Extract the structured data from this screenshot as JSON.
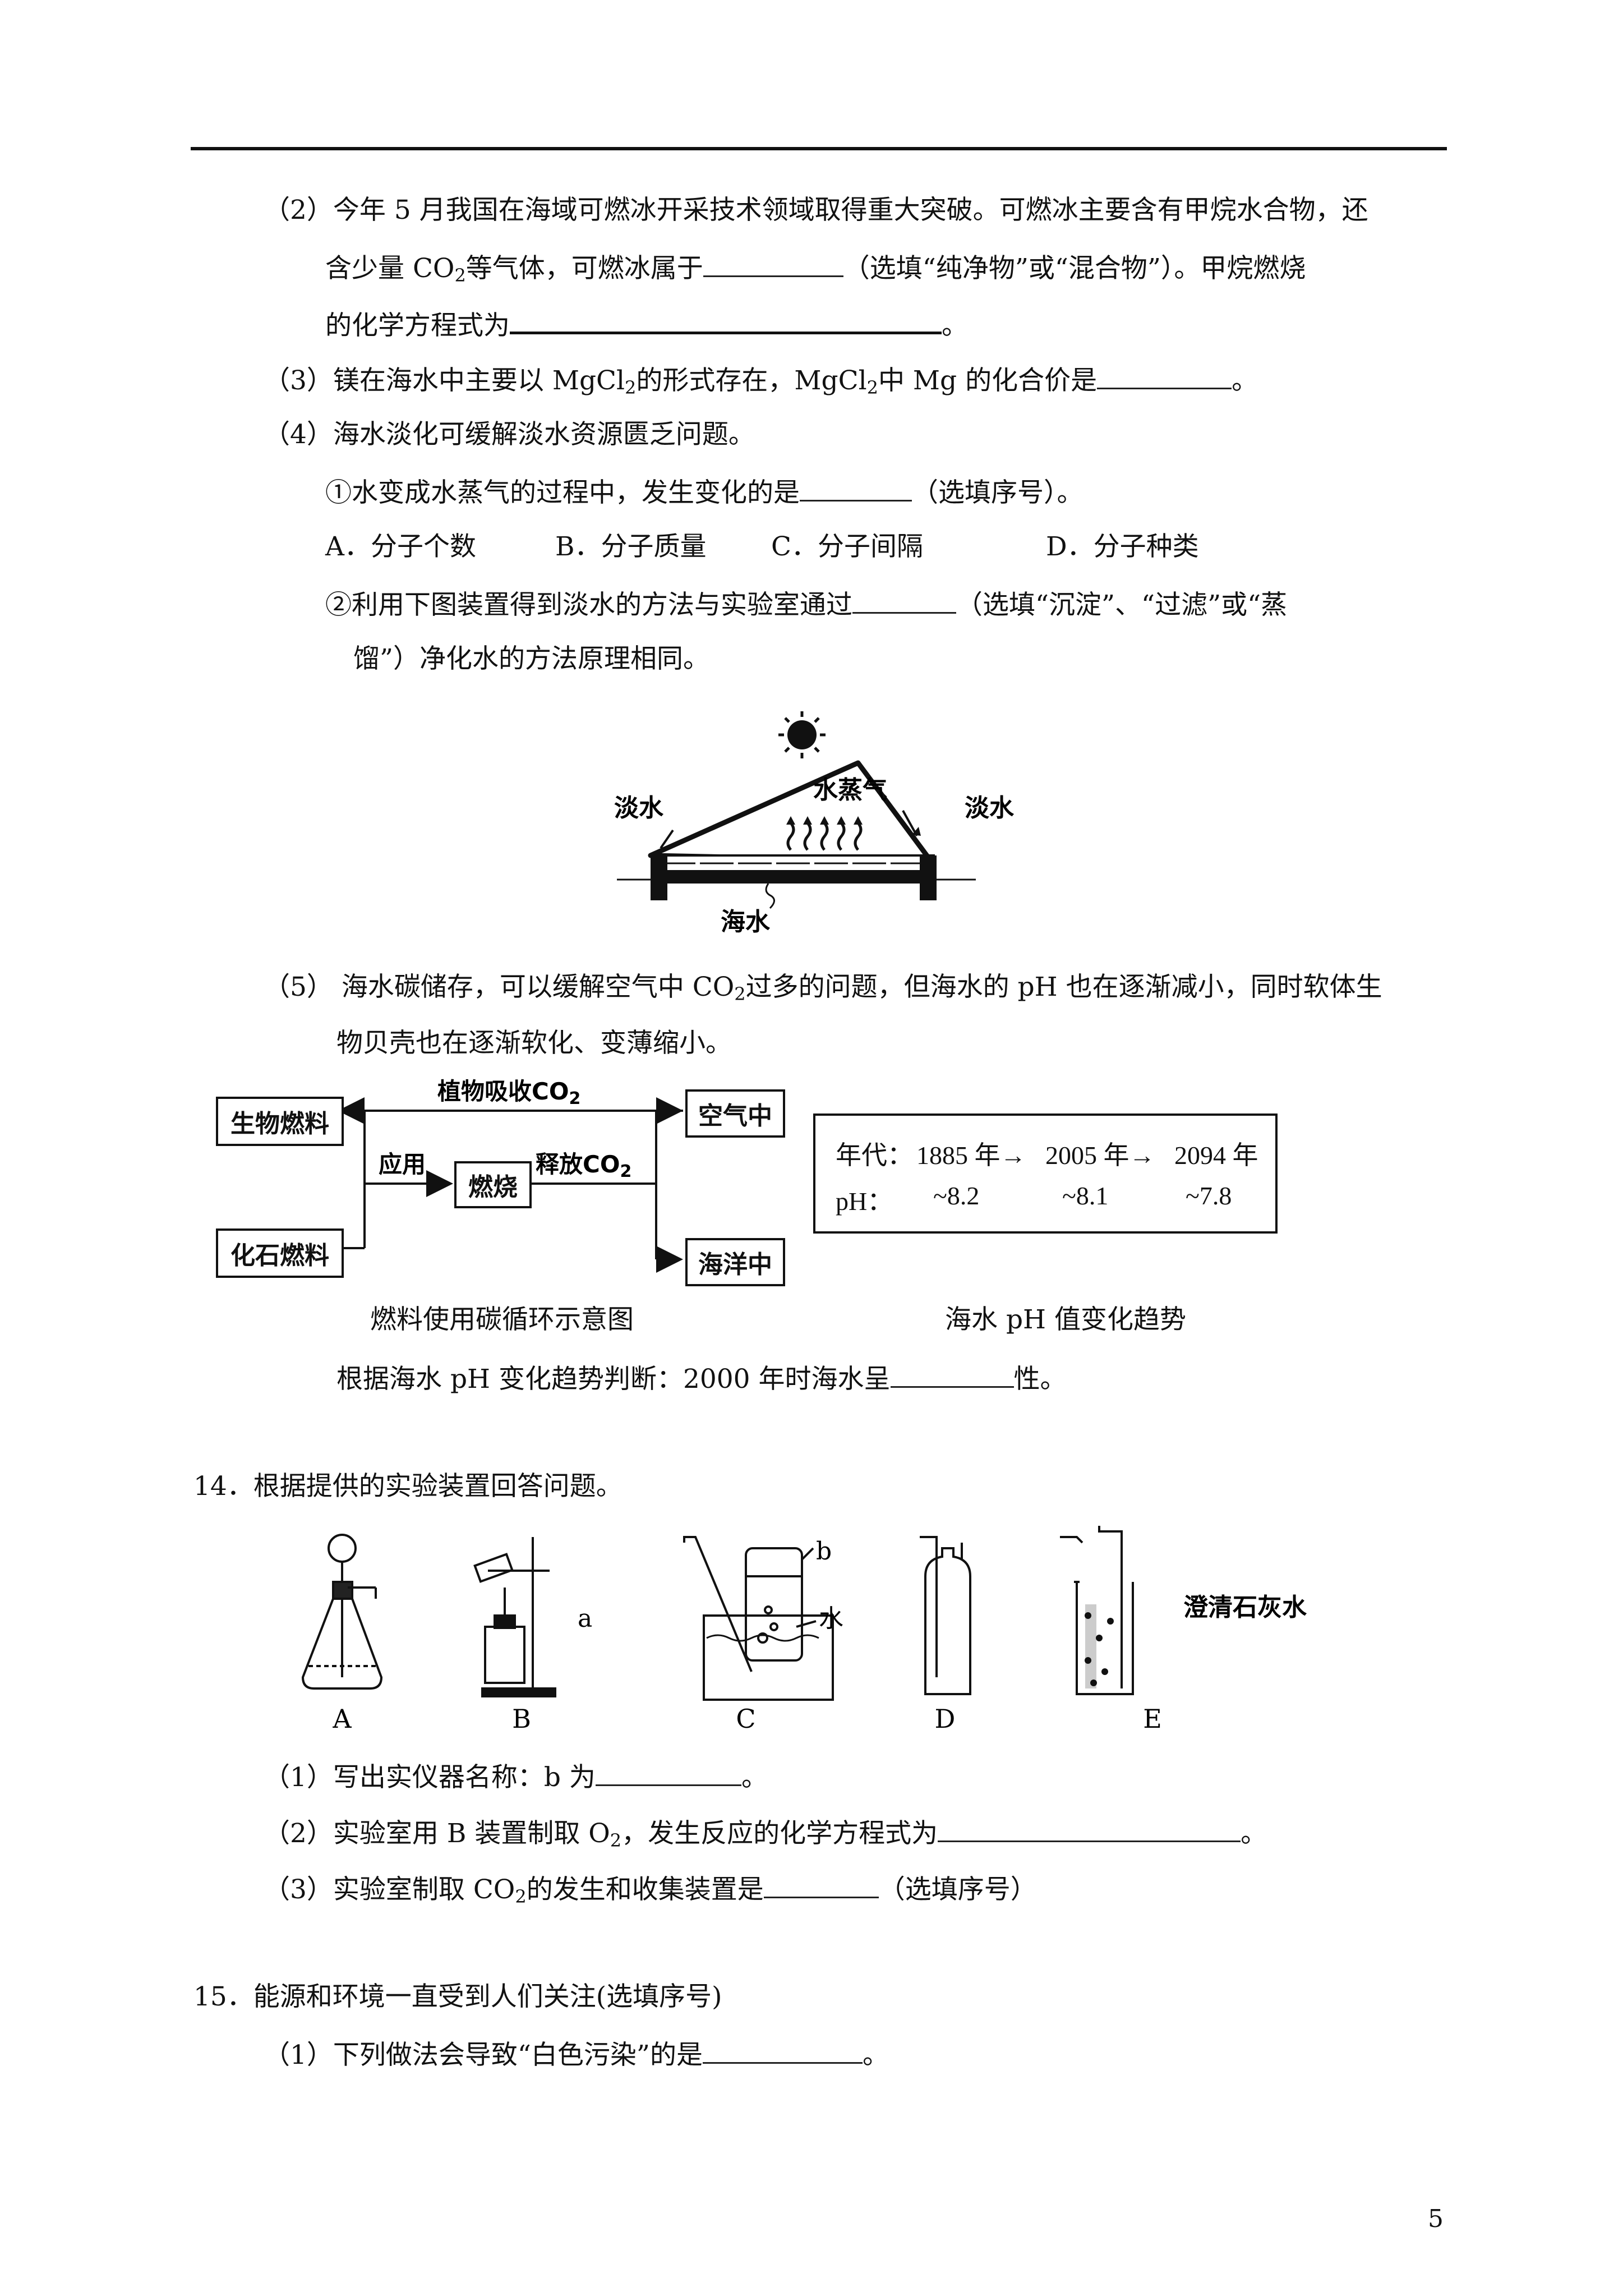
{
  "q13": {
    "p2_line1": "（2）今年 5 月我国在海域可燃冰开采技术领域取得重大突破。可燃冰主要含有甲烷水合物，还",
    "p2_line2a": "含少量 CO",
    "p2_line2sub": "2",
    "p2_line2b": "等气体，可燃冰属于",
    "p2_line2c": "（选填“纯净物”或“混合物”）。甲烷燃烧",
    "p2_line3a": "的化学方程式为",
    "p2_line3b": "。",
    "p3_a": "（3）镁在海水中主要以 MgCl",
    "p3_sub1": "2",
    "p3_b": "的形式存在，MgCl",
    "p3_sub2": "2",
    "p3_c": "中 Mg 的化合价是",
    "p3_d": "。",
    "p4": "（4）海水淡化可缓解淡水资源匮乏问题。",
    "p4_1a": "①水变成水蒸气的过程中，发生变化的是",
    "p4_1b": "（选填序号）。",
    "options": [
      "A．分子个数",
      "B．分子质量",
      "C．分子间隔",
      "D．分子种类"
    ],
    "p4_2a": "②利用下图装置得到淡水的方法与实验室通过",
    "p4_2b": "（选填“沉淀”、“过滤”或“蒸",
    "p4_2c": "馏”）净化水的方法原理相同。",
    "still_labels": {
      "left": "淡水",
      "vapor": "水蒸气",
      "right": "淡水",
      "bottom": "海水"
    },
    "p5_a": "（5）  海水碳储存，可以缓解空气中 CO",
    "p5_sub": "2",
    "p5_b": "过多的问题，但海水的 pH 也在逐渐减小，同时软体生",
    "p5_c": "物贝壳也在逐渐软化、变薄缩小。",
    "cycle": {
      "bio_fuel": "生物燃料",
      "fossil_fuel": "化石燃料",
      "burn": "燃烧",
      "air": "空气中",
      "ocean": "海洋中",
      "plant_absorb": "植物吸收CO",
      "plant_sub": "2",
      "apply": "应用",
      "release": "释放CO",
      "release_sub": "2"
    },
    "ph_table": {
      "row1": [
        "年代：",
        "1885 年→",
        "2005 年→",
        "2094 年"
      ],
      "row2": [
        "pH：",
        "~8.2",
        "~8.1",
        "~7.8"
      ]
    },
    "caption_cycle": "燃料使用碳循环示意图",
    "caption_ph": "海水 pH 值变化趋势",
    "p5_q_a": "根据海水 pH 变化趋势判断：2000 年时海水呈",
    "p5_q_b": "性。"
  },
  "q14": {
    "title": "14．根据提供的实验装置回答问题。",
    "app_labels": [
      "A",
      "B",
      "C",
      "D",
      "E"
    ],
    "label_a": "a",
    "label_b": "b",
    "label_water": "水",
    "label_limewater": "澄清石灰水",
    "p1a": "（1）写出实仪器名称：b 为",
    "p1b": "。",
    "p2a": "（2）实验室用 B 装置制取 O",
    "p2sub": "2",
    "p2b": "，发生反应的化学方程式为",
    "p2c": "。",
    "p3a": "（3）实验室制取 CO",
    "p3sub": "2",
    "p3b": "的发生和收集装置是",
    "p3c": "（选填序号）"
  },
  "q15": {
    "title": "15．能源和环境一直受到人们关注(选填序号)",
    "p1a": "（1）下列做法会导致“白色污染”的是",
    "p1b": "。"
  },
  "page_number": "5"
}
